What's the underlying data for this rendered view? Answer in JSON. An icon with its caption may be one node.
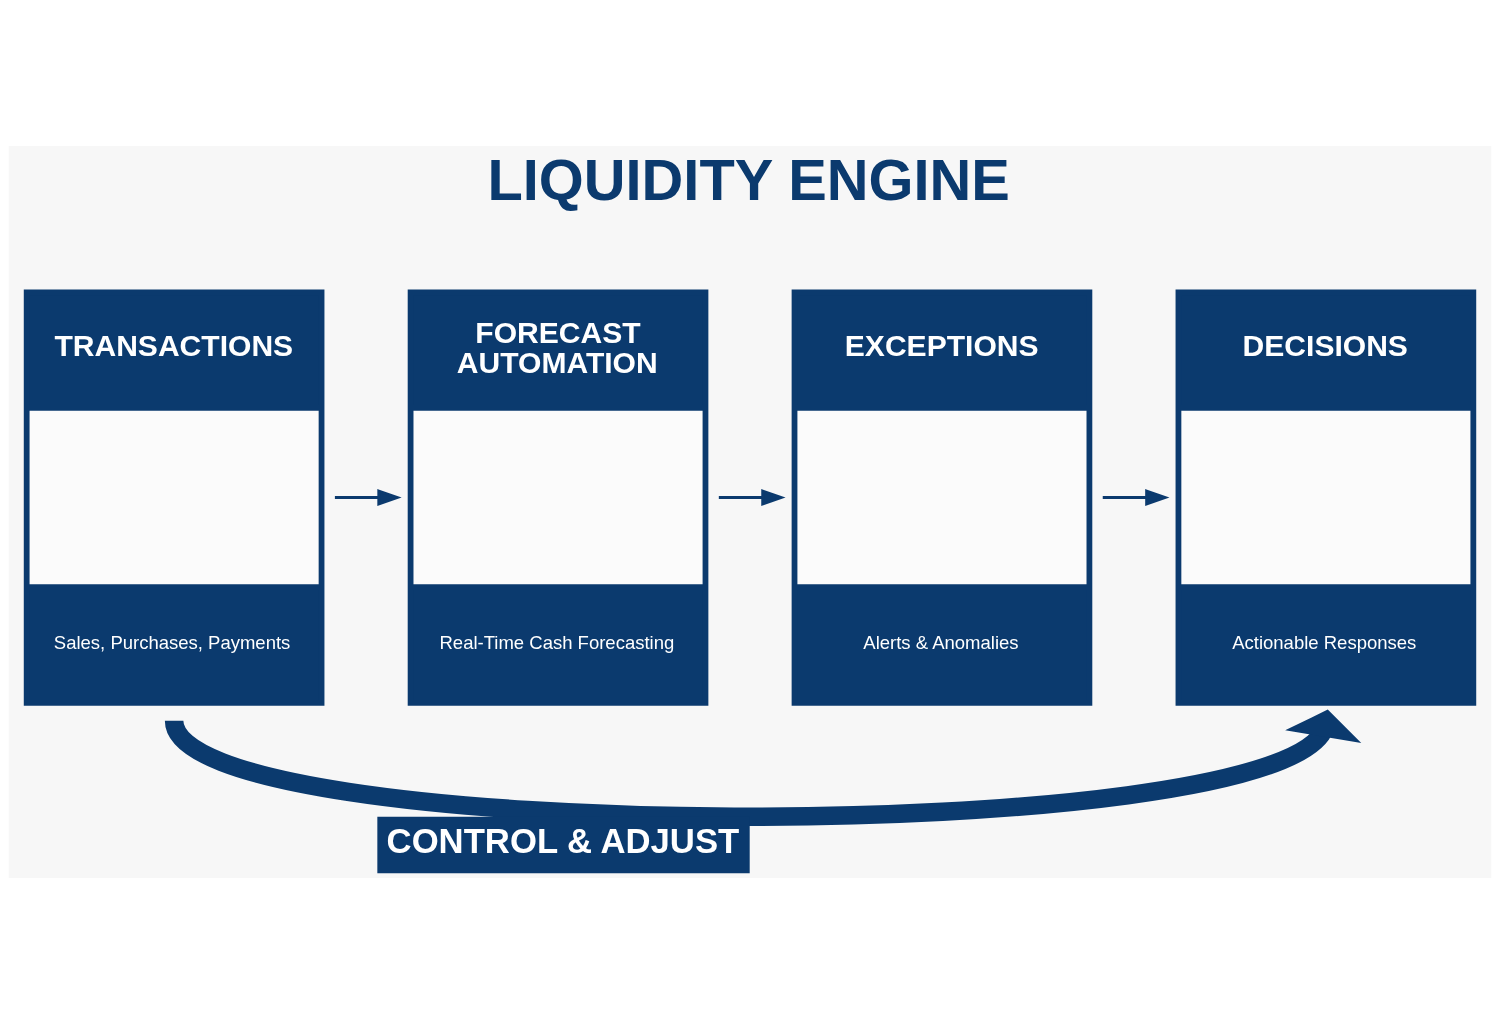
{
  "diagram": {
    "title": "LIQUIDITY ENGINE",
    "nodes": [
      {
        "text": [
          "TRANSACTIONS",
          "Sales, Purchases, Payments"
        ]
      },
      {
        "text": [
          "FORECAST AUTOMATION",
          "Real-Time Cash Forecasting"
        ]
      },
      {
        "text": [
          "EXCEPTIONS",
          "Alerts & Anomalies"
        ]
      },
      {
        "text": [
          "DECISIONS",
          "Actionable Responses"
        ]
      }
    ],
    "edges": [
      {
        "from": 0,
        "to": 1,
        "arrow": "to"
      },
      {
        "from": 1,
        "to": 2,
        "arrow": "to"
      },
      {
        "from": 2,
        "to": 3,
        "arrow": "to"
      },
      {
        "from": 0,
        "to": 3,
        "arrow": "to",
        "label": "CONTROL & ADJUST",
        "style": "thick"
      }
    ]
  }
}
